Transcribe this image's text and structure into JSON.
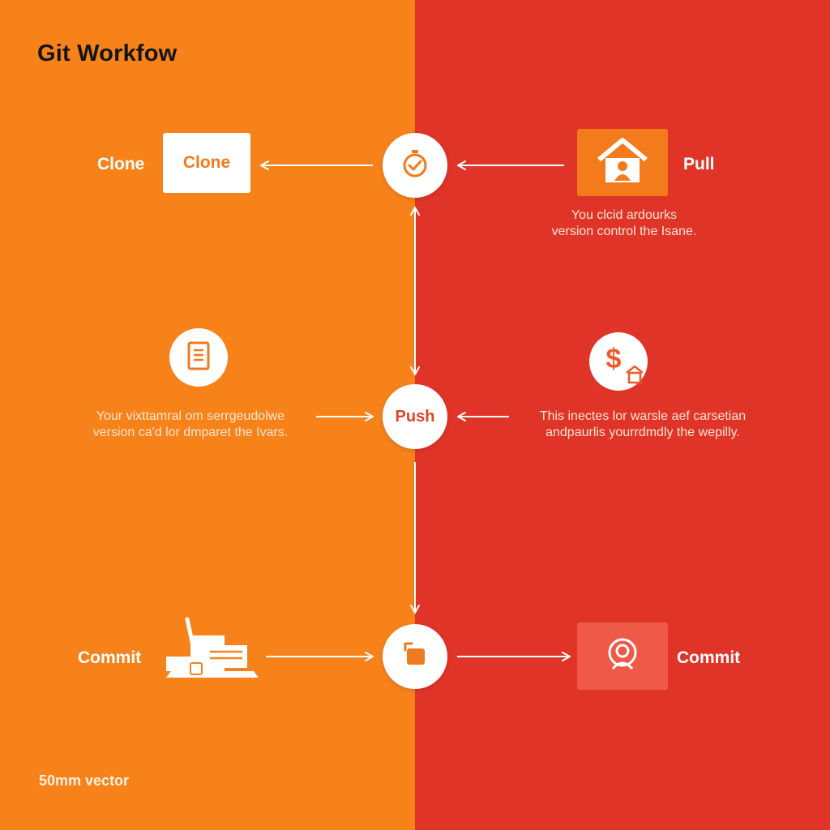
{
  "title": "Git Workfow",
  "footer": "50mm vector",
  "colors": {
    "left_bg": "#f7821a",
    "right_bg": "#e03428",
    "node_fill": "#ffffff",
    "accent": "#f07a1e"
  },
  "clone": {
    "label": "Clone",
    "box_label": "Clone"
  },
  "pull": {
    "label": "Pull",
    "icon": "house-person-icon",
    "desc_line1": "You clcid ardourks",
    "desc_line2": "version control the Isane."
  },
  "hub_top": {
    "icon": "clock-check-icon"
  },
  "push": {
    "node_label": "Push"
  },
  "left_mid": {
    "icon": "document-icon",
    "desc_line1": "Your vixttamral om serrgeudolwe",
    "desc_line2": "version ca'd lor dmparet the Ivars."
  },
  "right_mid": {
    "icon": "dollar-house-icon",
    "desc_line1": "This inectes lor warsle aef carsetian",
    "desc_line2": "andpaurlis yourrdmdly the wepilly."
  },
  "commit_left": {
    "label": "Commit",
    "icon": "workbench-icon"
  },
  "hub_bottom": {
    "icon": "square-tag-icon"
  },
  "commit_right": {
    "label": "Commit",
    "icon": "user-circle-icon"
  }
}
